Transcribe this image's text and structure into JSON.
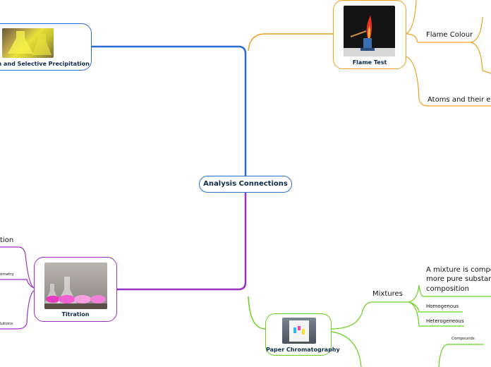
{
  "central_topic": "Analysis Connections",
  "branches": {
    "precipitation": {
      "label": "on and Selective Precipitation",
      "color": "#2a6bd6",
      "image": "yellow-precipitate-flask"
    },
    "flame_test": {
      "label": "Flame Test",
      "color": "#f0a020",
      "image": "bunsen-burner-flame"
    },
    "titration": {
      "label": "Titration",
      "color": "#9b30c8",
      "image": "pink-titration-flasks"
    },
    "paper_chromatography": {
      "label": "Paper Chromatography",
      "color": "#66d21e",
      "image": "chromatography-paper-strip"
    }
  },
  "flame_test_children": [
    "Flame Colour",
    "Atoms and their exc"
  ],
  "titration_children": [
    "tion",
    "ometry",
    "lutions"
  ],
  "chromatography_children": {
    "mixtures": "Mixtures",
    "mixture_definition": [
      "A mixture is compos",
      "more pure substanc",
      "composition"
    ],
    "homogenous": "Homogenous",
    "heterogeneous": "Heterogeneous",
    "compounds": "Compounds"
  }
}
